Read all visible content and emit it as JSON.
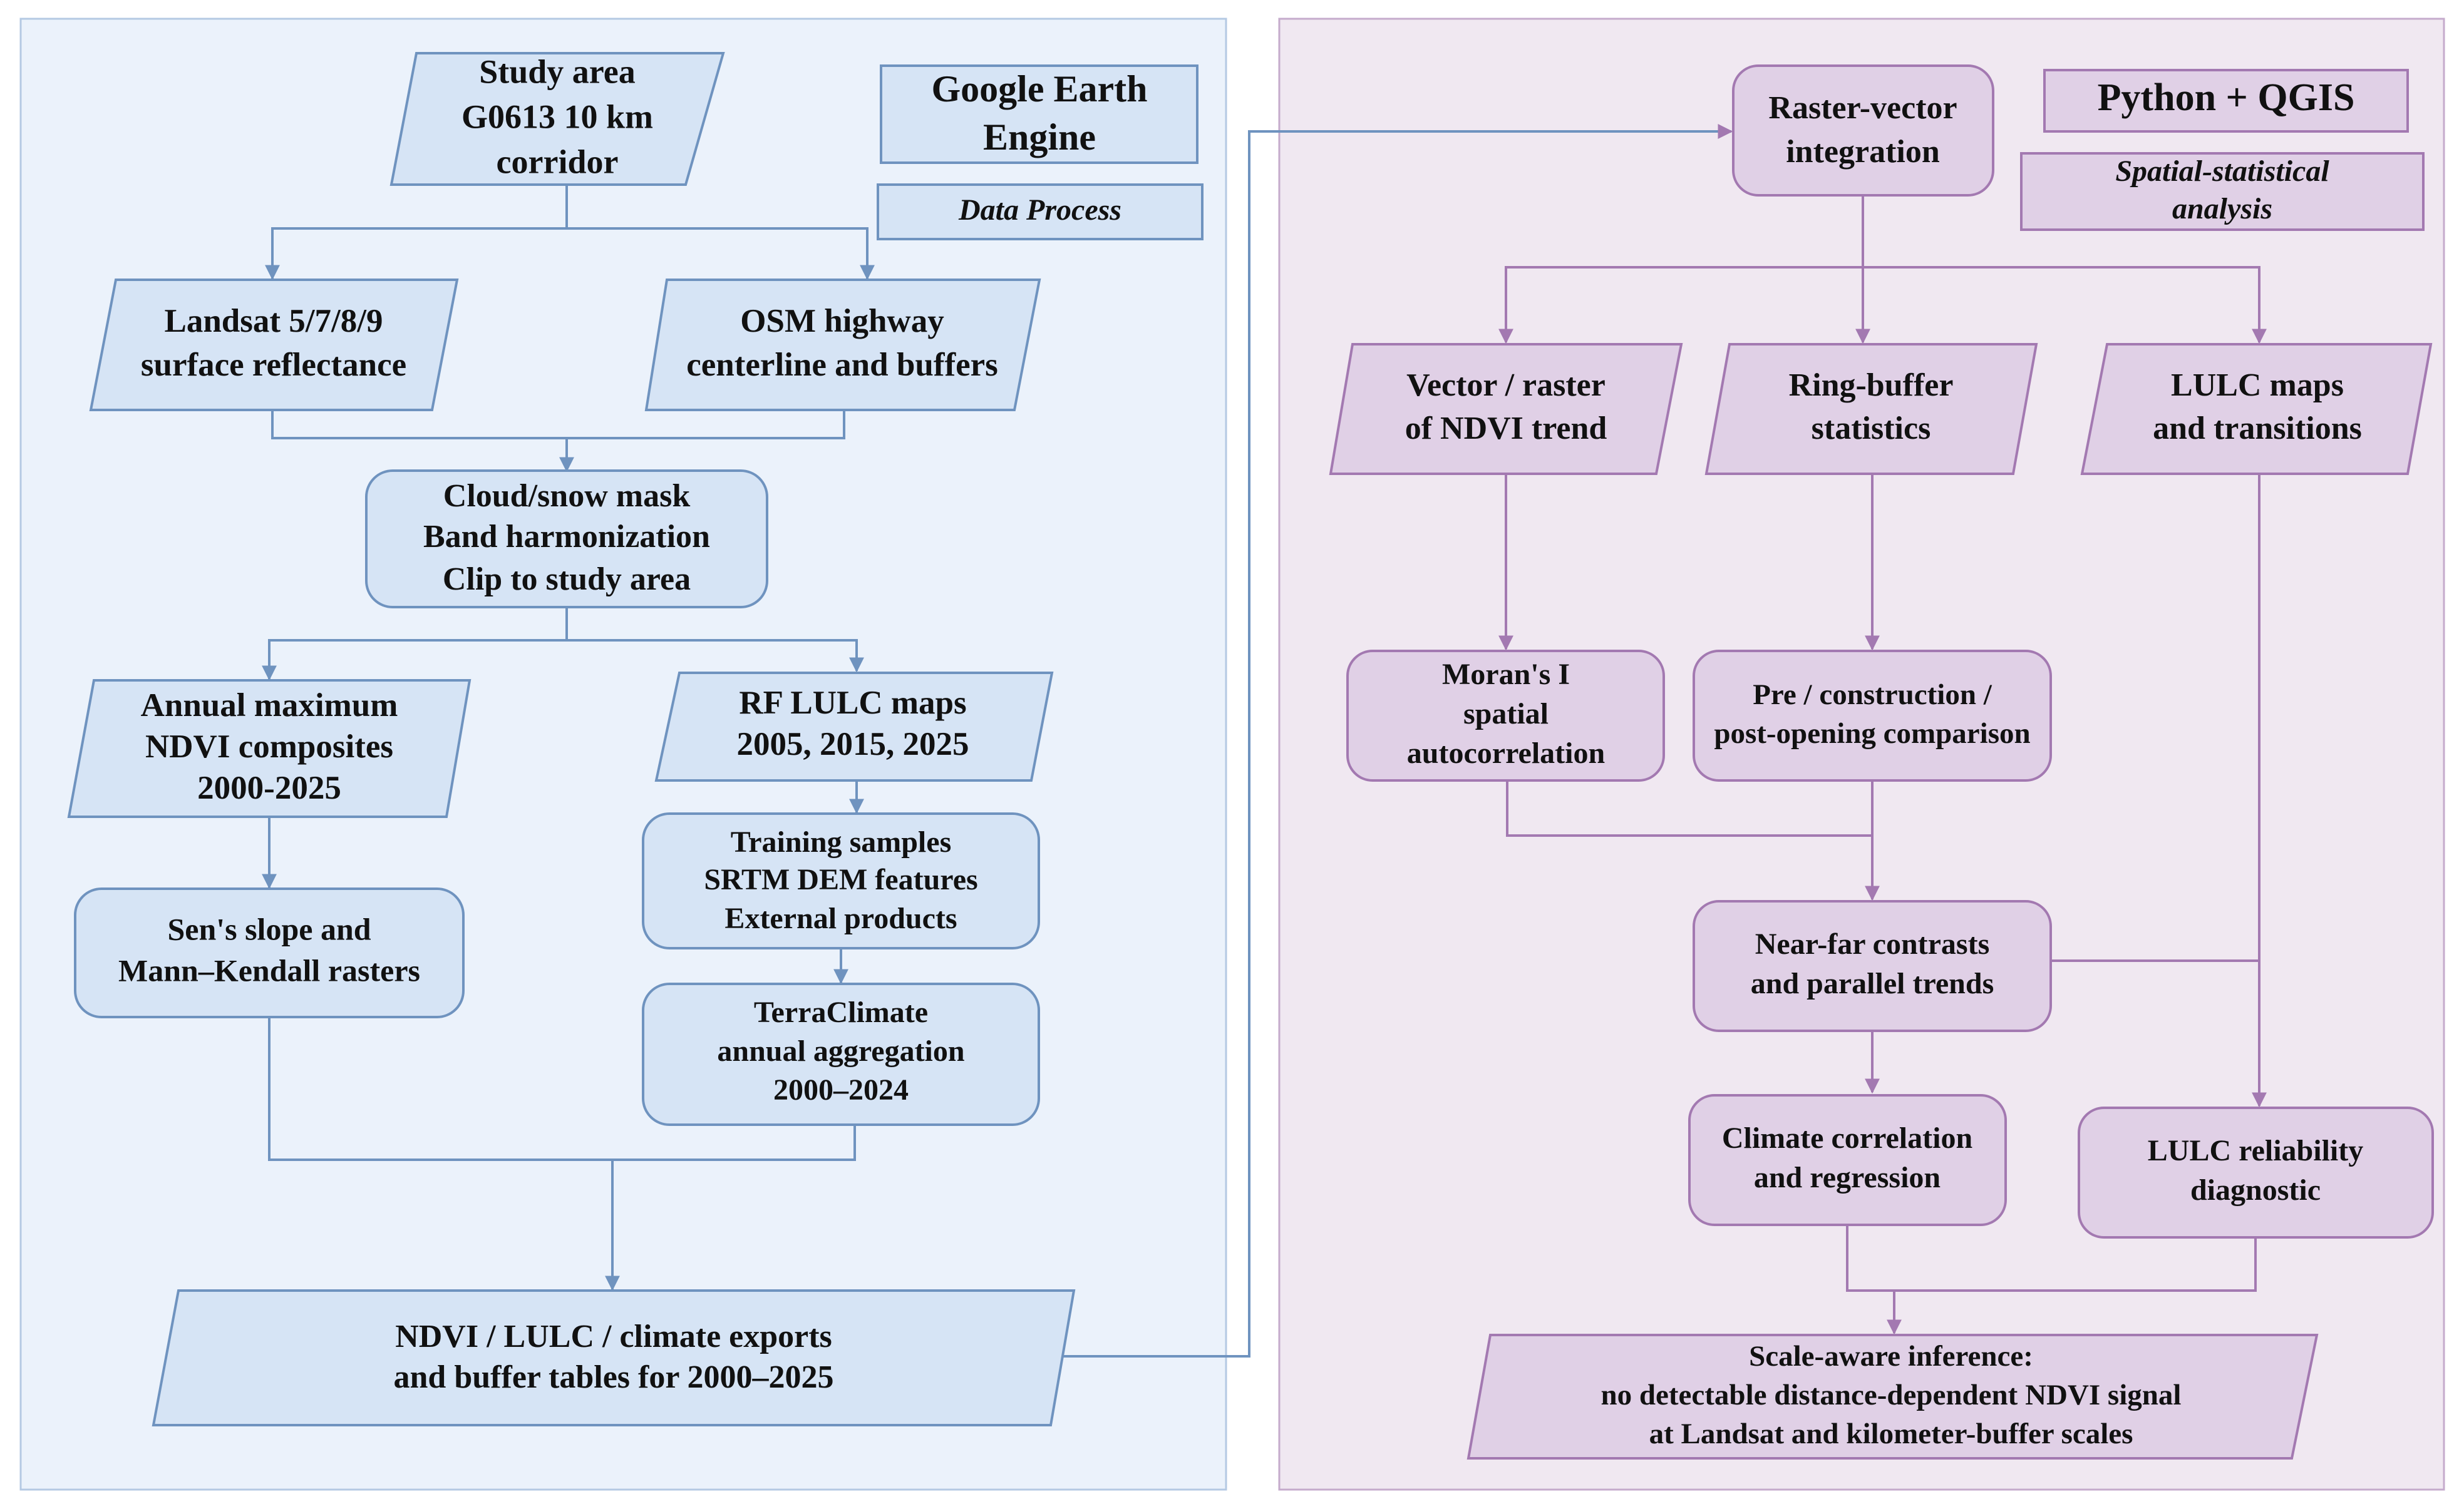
{
  "panels": {
    "left": {
      "title": "Google Earth Engine",
      "subtitle": "Data Process",
      "colors": {
        "fill": "#d6e4f5",
        "stroke": "#6f93bf",
        "background": "#ebf2fb"
      }
    },
    "right": {
      "title": "Python + QGIS",
      "subtitle": "Spatial-statistical analysis",
      "colors": {
        "fill": "#e0d0e6",
        "stroke": "#a379b1",
        "background": "#f0e8f1"
      }
    }
  },
  "nodes": {
    "study_area": {
      "shape": "parallelogram",
      "lines": [
        "Study area",
        "G0613 10 km",
        "corridor"
      ]
    },
    "landsat": {
      "shape": "parallelogram",
      "lines": [
        "Landsat 5/7/8/9",
        "surface reflectance"
      ]
    },
    "osm": {
      "shape": "parallelogram",
      "lines": [
        "OSM highway",
        "centerline and buffers"
      ]
    },
    "cloud_mask": {
      "shape": "rounded-rect",
      "lines": [
        "Cloud/snow mask",
        "Band harmonization",
        "Clip to study area"
      ]
    },
    "ndvi_composites": {
      "shape": "parallelogram",
      "lines": [
        "Annual maximum",
        "NDVI composites",
        "2000-2025"
      ]
    },
    "rf_lulc": {
      "shape": "parallelogram",
      "lines": [
        "RF LULC maps",
        "2005, 2015, 2025"
      ]
    },
    "training": {
      "shape": "rounded-rect",
      "lines": [
        "Training samples",
        "SRTM DEM features",
        "External products"
      ]
    },
    "sens_slope": {
      "shape": "rounded-rect",
      "lines": [
        "Sen's slope and",
        "Mann–Kendall rasters"
      ]
    },
    "terraclimate": {
      "shape": "rounded-rect",
      "lines": [
        "TerraClimate",
        "annual aggregation",
        "2000–2024"
      ]
    },
    "exports": {
      "shape": "parallelogram",
      "lines": [
        "NDVI / LULC / climate exports",
        "and buffer tables for 2000–2025"
      ]
    },
    "raster_vector": {
      "shape": "rounded-rect",
      "lines": [
        "Raster-vector",
        "integration"
      ]
    },
    "vector_raster": {
      "shape": "parallelogram",
      "lines": [
        "Vector / raster",
        "of NDVI trend"
      ]
    },
    "ring_buffer": {
      "shape": "parallelogram",
      "lines": [
        "Ring-buffer",
        "statistics"
      ]
    },
    "lulc_maps": {
      "shape": "parallelogram",
      "lines": [
        "LULC maps",
        "and transitions"
      ]
    },
    "morans": {
      "shape": "rounded-rect",
      "lines": [
        "Moran's I",
        "spatial",
        "autocorrelation"
      ]
    },
    "pre_construction": {
      "shape": "rounded-rect",
      "lines": [
        "Pre / construction /",
        "post-opening comparison"
      ]
    },
    "near_far": {
      "shape": "rounded-rect",
      "lines": [
        "Near-far contrasts",
        "and parallel trends"
      ]
    },
    "climate_corr": {
      "shape": "rounded-rect",
      "lines": [
        "Climate correlation",
        "and regression"
      ]
    },
    "lulc_reliability": {
      "shape": "rounded-rect",
      "lines": [
        "LULC reliability",
        "diagnostic"
      ]
    },
    "scale_aware": {
      "shape": "parallelogram",
      "lines": [
        "Scale-aware inference:",
        "no detectable distance-dependent NDVI signal",
        "at Landsat and kilometer-buffer scales"
      ]
    }
  },
  "edges": [
    {
      "from": "study_area",
      "to": "landsat"
    },
    {
      "from": "study_area",
      "to": "osm"
    },
    {
      "from": "landsat",
      "to": "cloud_mask"
    },
    {
      "from": "osm",
      "to": "cloud_mask"
    },
    {
      "from": "cloud_mask",
      "to": "ndvi_composites"
    },
    {
      "from": "cloud_mask",
      "to": "rf_lulc"
    },
    {
      "from": "ndvi_composites",
      "to": "sens_slope"
    },
    {
      "from": "rf_lulc",
      "to": "training"
    },
    {
      "from": "training",
      "to": "terraclimate"
    },
    {
      "from": "sens_slope",
      "to": "exports"
    },
    {
      "from": "terraclimate",
      "to": "exports"
    },
    {
      "from": "exports",
      "to": "raster_vector"
    },
    {
      "from": "raster_vector",
      "to": "vector_raster"
    },
    {
      "from": "raster_vector",
      "to": "ring_buffer"
    },
    {
      "from": "raster_vector",
      "to": "lulc_maps"
    },
    {
      "from": "vector_raster",
      "to": "morans"
    },
    {
      "from": "ring_buffer",
      "to": "pre_construction"
    },
    {
      "from": "morans",
      "to": "near_far"
    },
    {
      "from": "pre_construction",
      "to": "near_far"
    },
    {
      "from": "near_far",
      "to": "climate_corr"
    },
    {
      "from": "near_far",
      "to": "lulc_reliability"
    },
    {
      "from": "lulc_maps",
      "to": "lulc_reliability"
    },
    {
      "from": "climate_corr",
      "to": "scale_aware"
    },
    {
      "from": "lulc_reliability",
      "to": "scale_aware"
    }
  ]
}
